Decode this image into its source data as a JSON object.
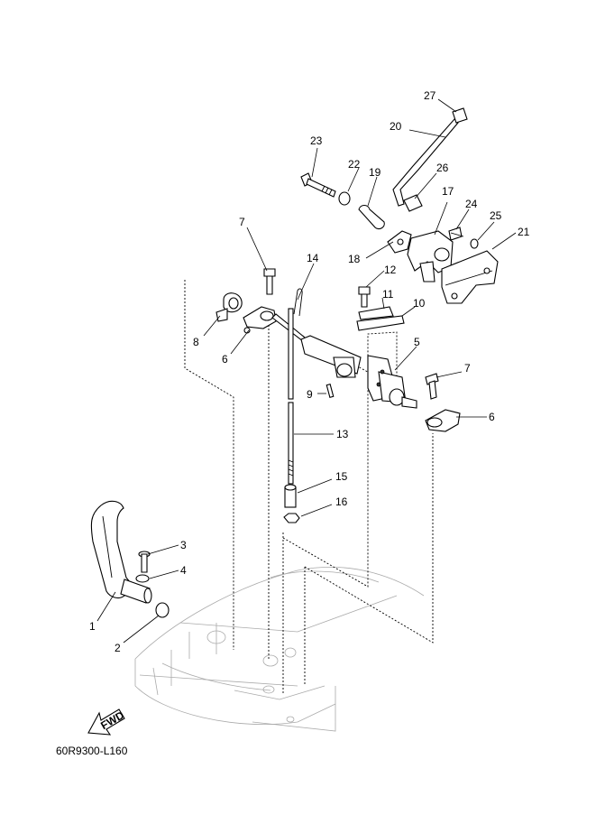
{
  "diagram": {
    "code": "60R9300-L160",
    "fwd_label": "FWD",
    "callouts": [
      {
        "id": "1",
        "label": "1"
      },
      {
        "id": "2",
        "label": "2"
      },
      {
        "id": "3",
        "label": "3"
      },
      {
        "id": "4",
        "label": "4"
      },
      {
        "id": "5",
        "label": "5"
      },
      {
        "id": "6a",
        "label": "6"
      },
      {
        "id": "6b",
        "label": "6"
      },
      {
        "id": "7a",
        "label": "7"
      },
      {
        "id": "7b",
        "label": "7"
      },
      {
        "id": "8",
        "label": "8"
      },
      {
        "id": "9",
        "label": "9"
      },
      {
        "id": "10",
        "label": "10"
      },
      {
        "id": "11",
        "label": "11"
      },
      {
        "id": "12",
        "label": "12"
      },
      {
        "id": "13",
        "label": "13"
      },
      {
        "id": "14",
        "label": "14"
      },
      {
        "id": "15",
        "label": "15"
      },
      {
        "id": "16",
        "label": "16"
      },
      {
        "id": "17",
        "label": "17"
      },
      {
        "id": "18",
        "label": "18"
      },
      {
        "id": "19",
        "label": "19"
      },
      {
        "id": "20",
        "label": "20"
      },
      {
        "id": "21",
        "label": "21"
      },
      {
        "id": "22",
        "label": "22"
      },
      {
        "id": "23",
        "label": "23"
      },
      {
        "id": "24",
        "label": "24"
      },
      {
        "id": "25",
        "label": "25"
      },
      {
        "id": "26",
        "label": "26"
      },
      {
        "id": "27",
        "label": "27"
      }
    ]
  }
}
